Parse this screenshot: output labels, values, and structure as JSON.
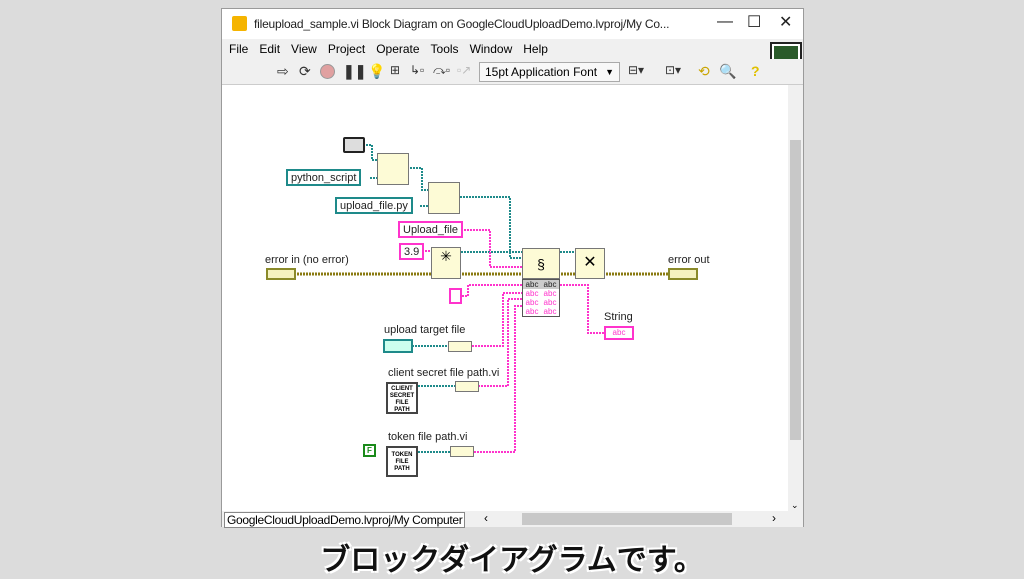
{
  "window": {
    "title": "fileupload_sample.vi Block Diagram on GoogleCloudUploadDemo.lvproj/My Co...",
    "status": "GoogleCloudUploadDemo.lvproj/My Computer"
  },
  "menu": [
    "File",
    "Edit",
    "View",
    "Project",
    "Operate",
    "Tools",
    "Window",
    "Help"
  ],
  "toolbar": {
    "font": "15pt Application Font"
  },
  "diagram": {
    "constants": {
      "python_script": "python_script",
      "upload_file_py": "upload_file.py",
      "upload_file": "Upload_file",
      "version": "3.9",
      "bool": "F"
    },
    "labels": {
      "error_in": "error in (no error)",
      "error_out": "error out",
      "string": "String",
      "upload_target": "upload target file",
      "client_secret": "client secret file path.vi",
      "token": "token file path.vi"
    },
    "subvi": {
      "client_secret": "CLIENT SECRET FILE PATH",
      "token": "TOKEN FILE PATH"
    },
    "abc": "abc",
    "connector_index": "1"
  },
  "caption": "ブロックダイアグラムです。",
  "colors": {
    "string_wire": "#ff33cc",
    "path_wire": "#1e8a8a",
    "error_wire": "#8a7a10"
  }
}
